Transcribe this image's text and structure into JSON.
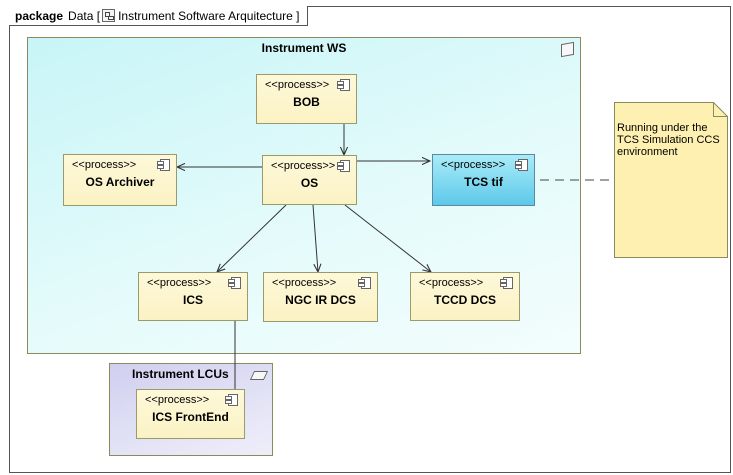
{
  "package": {
    "keyword": "package",
    "name": "Data",
    "diagram": "Instrument Software Arquitecture"
  },
  "nodes": {
    "instrument_ws": {
      "title": "Instrument WS"
    },
    "instrument_lcus": {
      "title": "Instrument LCUs"
    }
  },
  "processes": {
    "bob": {
      "stereotype": "<<process>>",
      "name": "BOB"
    },
    "os": {
      "stereotype": "<<process>>",
      "name": "OS"
    },
    "os_archiver": {
      "stereotype": "<<process>>",
      "name": "OS Archiver"
    },
    "tcs_tif": {
      "stereotype": "<<process>>",
      "name": "TCS tif"
    },
    "ics": {
      "stereotype": "<<process>>",
      "name": "ICS"
    },
    "ngc_ir_dcs": {
      "stereotype": "<<process>>",
      "name": "NGC IR DCS"
    },
    "tccd_dcs": {
      "stereotype": "<<process>>",
      "name": "TCCD DCS"
    },
    "ics_frontend": {
      "stereotype": "<<process>>",
      "name": "ICS FrontEnd"
    }
  },
  "note": {
    "text": "Running under the TCS Simulation CCS environment"
  },
  "colors": {
    "ws_fill": "#c8f5f7",
    "lcu_fill": "#cfcff0",
    "process_fill": "#fbf2c4",
    "tif_fill": "#5ec8ea",
    "note_fill": "#fdf0b0"
  }
}
